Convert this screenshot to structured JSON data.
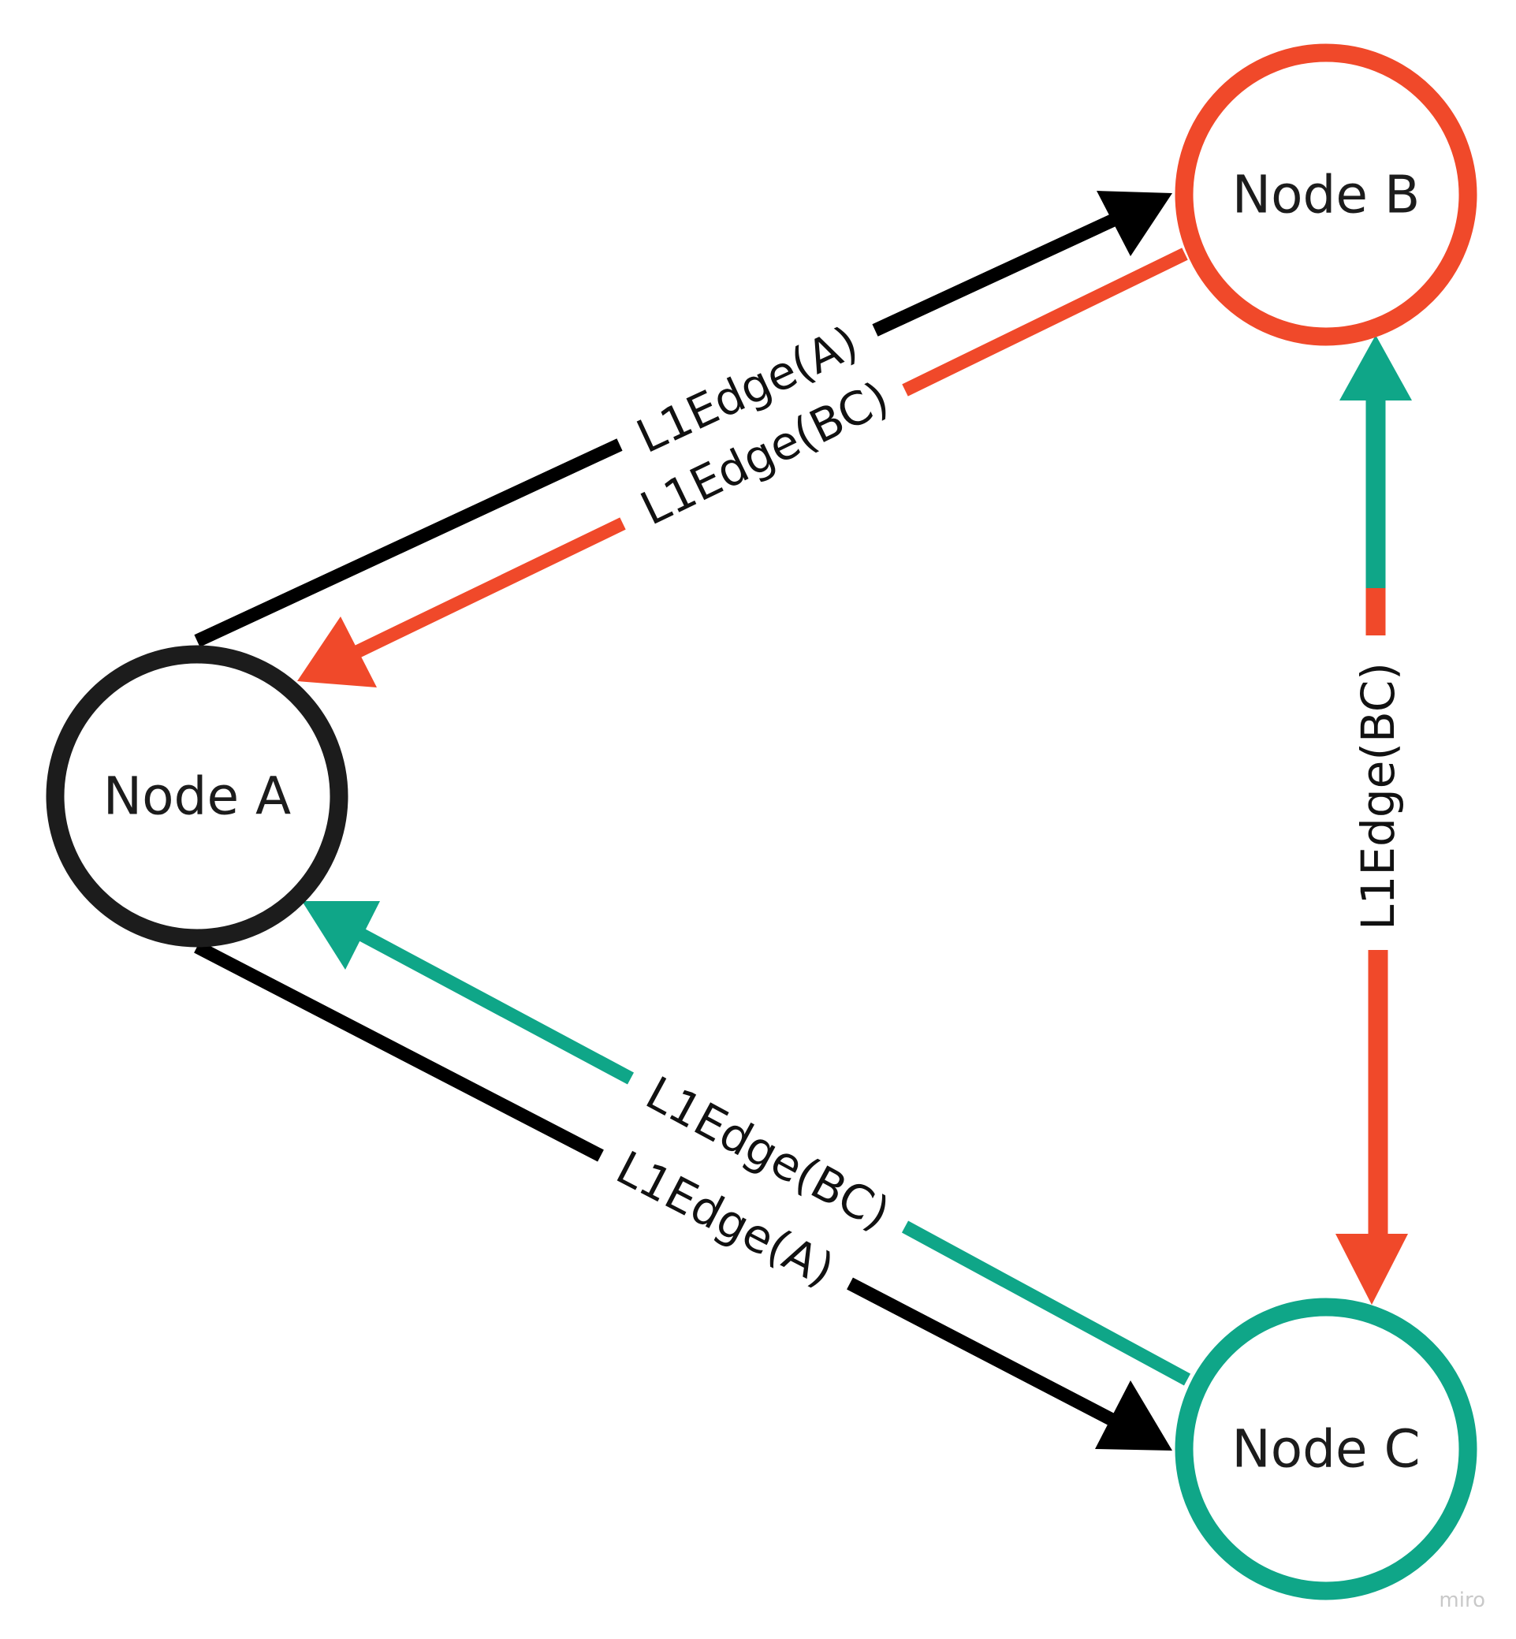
{
  "nodes": {
    "a": {
      "label": "Node A",
      "color": "#1c1c1c"
    },
    "b": {
      "label": "Node B",
      "color": "#f0492a"
    },
    "c": {
      "label": "Node C",
      "color": "#0fa688"
    }
  },
  "edges": {
    "a_to_b": {
      "label": "L1Edge(A)",
      "color": "#000000",
      "from": "Node A",
      "to": "Node B"
    },
    "b_to_a": {
      "label": "L1Edge(BC)",
      "color": "#f0492a",
      "from": "Node B",
      "to": "Node A"
    },
    "c_to_a": {
      "label": "L1Edge(BC)",
      "color": "#0fa688",
      "from": "Node C",
      "to": "Node A"
    },
    "a_to_c": {
      "label": "L1Edge(A)",
      "color": "#000000",
      "from": "Node A",
      "to": "Node C"
    },
    "c_to_b": {
      "color": "#0fa688",
      "from": "Node C",
      "to": "Node B"
    },
    "b_to_c": {
      "label": "L1Edge(BC)",
      "color": "#f0492a",
      "from": "Node B",
      "to": "Node C"
    }
  },
  "watermark": "miro"
}
